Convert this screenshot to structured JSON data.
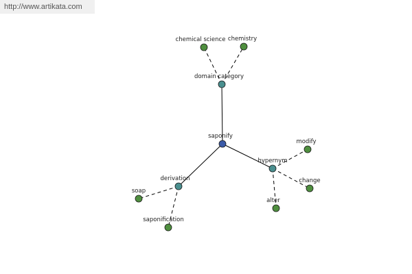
{
  "header": {
    "url": "http://www.artikata.com"
  },
  "colors": {
    "center": "#3b5aa8",
    "relation": "#4a8f8f",
    "leaf": "#4f8f3f",
    "node_border": "#1a1a1a"
  },
  "graph": {
    "center": {
      "id": "saponify",
      "label": "saponify"
    },
    "relations": [
      {
        "id": "domain-category",
        "label": "domain category"
      },
      {
        "id": "hypernym",
        "label": "hypernym"
      },
      {
        "id": "derivation",
        "label": "derivation"
      }
    ],
    "leaves": [
      {
        "id": "chemical-science",
        "label": "chemical science",
        "parent": "domain-category"
      },
      {
        "id": "chemistry",
        "label": "chemistry",
        "parent": "domain-category"
      },
      {
        "id": "modify",
        "label": "modify",
        "parent": "hypernym"
      },
      {
        "id": "change",
        "label": "change",
        "parent": "hypernym"
      },
      {
        "id": "alter",
        "label": "alter",
        "parent": "hypernym"
      },
      {
        "id": "soap",
        "label": "soap",
        "parent": "derivation"
      },
      {
        "id": "saponification",
        "label": "saponification",
        "parent": "derivation"
      }
    ]
  }
}
